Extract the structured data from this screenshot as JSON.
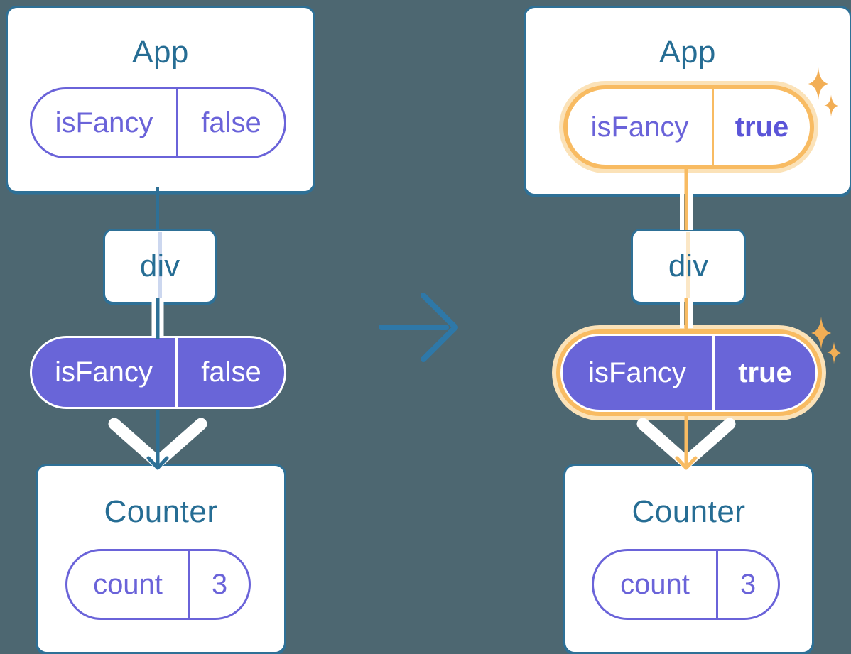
{
  "colors": {
    "background": "#4d6771",
    "card_border": "#2e7096",
    "heading_text": "#266d94",
    "purple_fill": "#6965d8",
    "purple_text": "#6a63d9",
    "orange_ring": "#f8bb62",
    "orange_glow": "#fbe2b8",
    "orange_sparkle": "#f2ae55",
    "arrow_blue": "#2e78a8",
    "white": "#ffffff"
  },
  "transition": {
    "arrow_icon": "arrow-right-icon"
  },
  "before": {
    "app_card": {
      "title": "App",
      "prop_pill": {
        "name": "isFancy",
        "value": "false"
      }
    },
    "div_box": {
      "label": "div"
    },
    "passed_prop_pill": {
      "name": "isFancy",
      "value": "false"
    },
    "counter_card": {
      "title": "Counter",
      "state_pill": {
        "name": "count",
        "value": "3"
      }
    }
  },
  "after": {
    "app_card": {
      "title": "App",
      "prop_pill": {
        "name": "isFancy",
        "value": "true"
      }
    },
    "div_box": {
      "label": "div"
    },
    "passed_prop_pill": {
      "name": "isFancy",
      "value": "true"
    },
    "counter_card": {
      "title": "Counter",
      "state_pill": {
        "name": "count",
        "value": "3"
      }
    }
  }
}
